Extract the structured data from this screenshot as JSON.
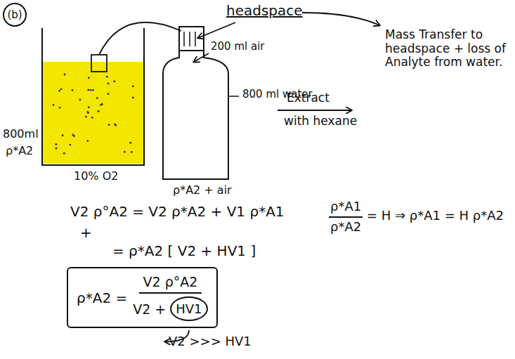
{
  "diagram": {
    "nodes": [
      {
        "text": [
          "(b)"
        ]
      },
      {
        "text": [
          "ρ*A2 =",
          "V2 ρ°A2",
          "V2 +"
        ]
      },
      {
        "text": [
          "HV1"
        ],
        "in": 1
      }
    ],
    "labels": [
      "headspace",
      "800ml",
      "ρ*A2",
      "10% O2",
      "200 ml air",
      "800 ml water",
      "ρ*A2 + air",
      "Extract",
      "with hexane",
      "Mass Transfer to headspace + loss of Analyte from water.",
      "V2 ρ°A2 = V2 ρ*A2 + V1 ρ*A1",
      "+",
      "= ρ*A2 [ V2 + HV1 ]",
      "V2 >>> HV1",
      "ρ*A1",
      "ρ*A2",
      "= H ⇒ ρ*A1 = H ρ*A2"
    ]
  }
}
